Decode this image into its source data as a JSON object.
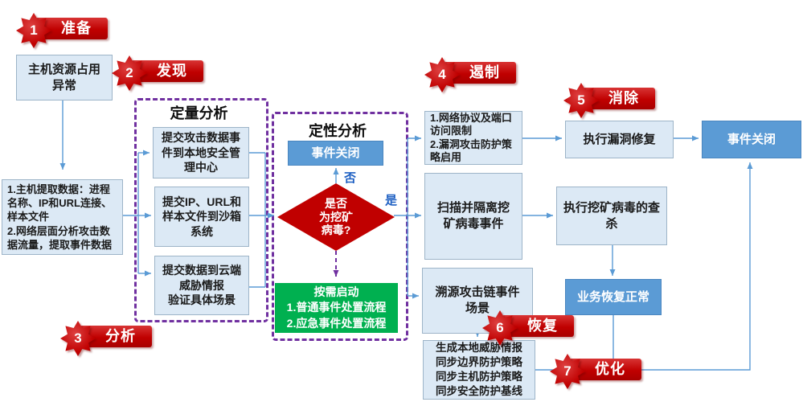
{
  "badges": [
    {
      "num": "1",
      "label": "准备"
    },
    {
      "num": "2",
      "label": "发现"
    },
    {
      "num": "3",
      "label": "分析"
    },
    {
      "num": "4",
      "label": "遏制"
    },
    {
      "num": "5",
      "label": "消除"
    },
    {
      "num": "6",
      "label": "恢复"
    },
    {
      "num": "7",
      "label": "优化"
    }
  ],
  "groups": {
    "quantitative": "定量分析",
    "qualitative": "定性分析"
  },
  "nodes": {
    "host_abnormal": "主机资源占用\n异常",
    "extract_data": "1.主机提取数据：进程\n名称、IP和URL连接、\n样本文件\n2.网络层面分析攻击数\n据流量，提取事件数据",
    "submit_soc": "提交攻击数据事\n件到本地安全管\n理中心",
    "submit_sandbox": "提交IP、URL和\n样本文件到沙箱\n系统",
    "submit_cloud": "提交数据到云端\n威胁情报\n验证具体场景",
    "event_close_inner": "事件关闭",
    "decision": "是否\n为挖矿\n病毒?",
    "on_demand": "按需启动\n1.普通事件处置流程\n2.应急事件处置流程",
    "containment": "1.网络协议及端口\n访问限制\n2.漏洞攻击防护策\n略启用",
    "fix_vuln": "执行漏洞修复",
    "event_close_final": "事件关闭",
    "scan_isolate": "扫描并隔离挖\n矿病毒事件",
    "kill_virus": "执行挖矿病毒的查\n杀",
    "trace_chain": "溯源攻击链事件\n场景",
    "business_recover": "业务恢复正常",
    "optimize_sync": "生成本地威胁情报\n同步边界防护策略\n同步主机防护策略\n同步安全防护基线"
  },
  "edge_labels": {
    "yes": "是",
    "no": "否"
  },
  "colors": {
    "badge_red": "#c00000",
    "diamond_red": "#c00000",
    "green_box": "#00b050",
    "blue_box": "#5b9bd5",
    "light_box_fill": "#dce9f5",
    "light_box_border": "#9db4c8",
    "dashed_purple": "#7030a0",
    "connector_blue": "#5b9bd5",
    "edge_label_blue": "#1d5fc2"
  }
}
